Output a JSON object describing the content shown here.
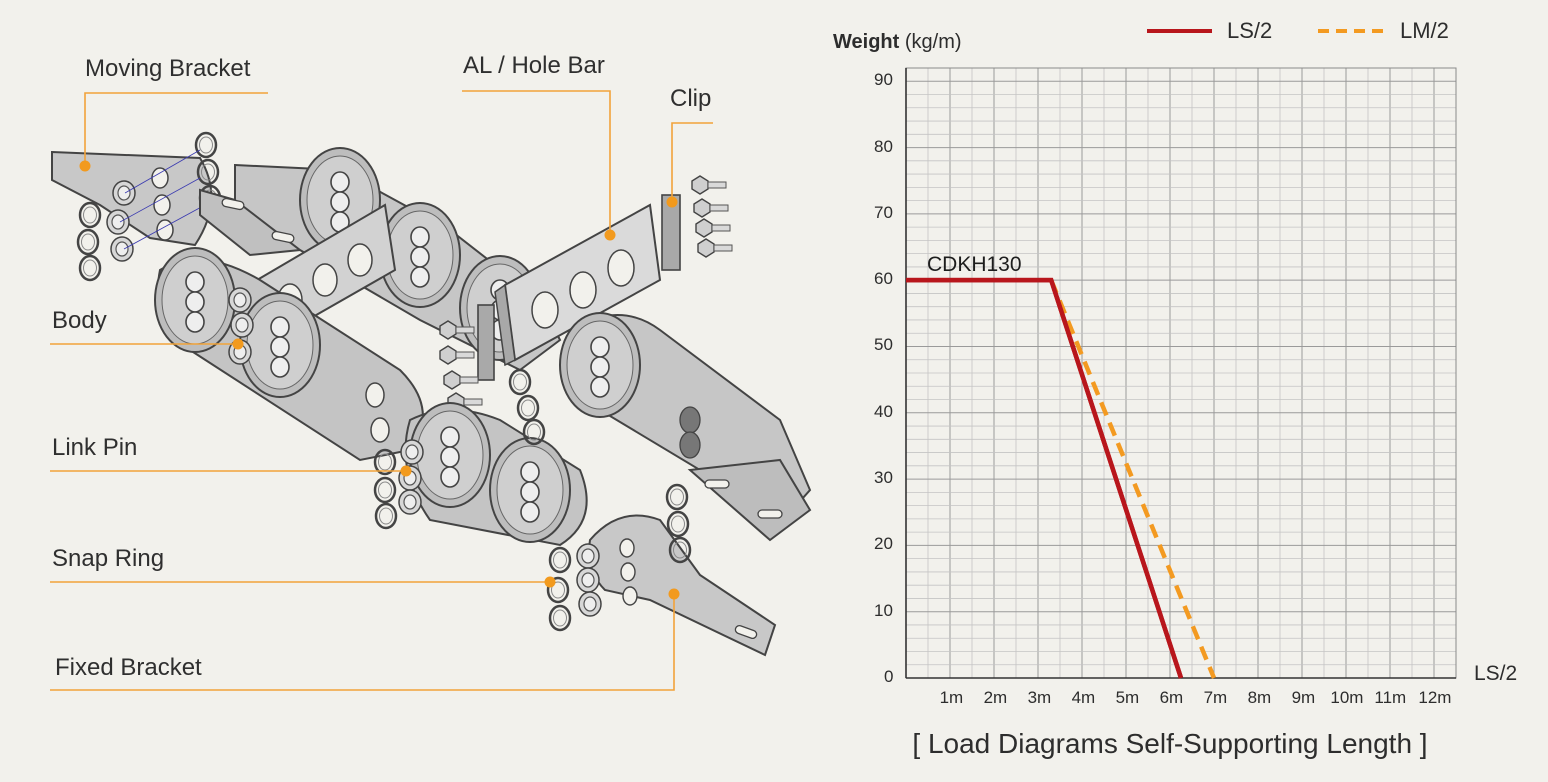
{
  "diagram": {
    "labels": {
      "moving_bracket": "Moving Bracket",
      "al_hole_bar": "AL / Hole Bar",
      "clip": "Clip",
      "body": "Body",
      "link_pin": "Link Pin",
      "snap_ring": "Snap Ring",
      "fixed_bracket": "Fixed Bracket"
    },
    "colors": {
      "leader": "#f2a33a",
      "metal": "#c9c9c9",
      "metal_dark": "#9a9a9a",
      "outline": "#555555"
    }
  },
  "chart_data": {
    "type": "line",
    "title": "[ Load Diagrams Self-Supporting Length ]",
    "ylabel_bold": "Weight",
    "ylabel_unit": "(kg/m)",
    "xlabel": "LS/2",
    "series_tag": "CDKH130",
    "x_ticks": [
      "1m",
      "2m",
      "3m",
      "4m",
      "5m",
      "6m",
      "7m",
      "8m",
      "9m",
      "10m",
      "11m",
      "12m"
    ],
    "y_ticks": [
      "0",
      "10",
      "20",
      "30",
      "40",
      "50",
      "60",
      "70",
      "80",
      "90"
    ],
    "xlim": [
      0,
      12.5
    ],
    "ylim": [
      0,
      92
    ],
    "grid": true,
    "legend_placement": "top-right",
    "series": [
      {
        "name": "LS/2",
        "color": "#b8161c",
        "dash": false,
        "x": [
          0,
          3.3,
          6.25
        ],
        "y": [
          60,
          60,
          0
        ]
      },
      {
        "name": "LM/2",
        "color": "#f39a21",
        "dash": true,
        "x": [
          3.3,
          7.0
        ],
        "y": [
          60,
          0
        ]
      }
    ]
  }
}
